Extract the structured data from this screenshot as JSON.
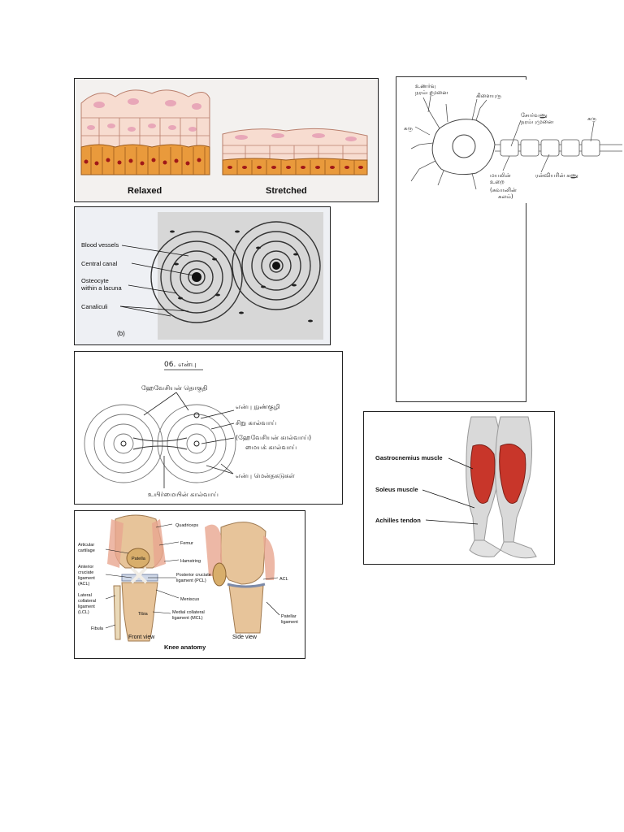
{
  "epithelium": {
    "relaxed_label": "Relaxed",
    "stretched_label": "Stretched"
  },
  "bone_photo": {
    "labels": [
      "Blood vessels",
      "Central canal",
      "Osteocyte",
      "within a lacuna",
      "Canaliculi"
    ],
    "panel_tag": "(b)"
  },
  "bone_sketch": {
    "title": "06. என்பு",
    "labels": [
      "ஹேவேசியன் தொகுதி",
      "என்பு நுண்குழி",
      "சிறு கால்வாய்",
      "(ஹேவேசியன் கால்வாய்)",
      "மையக் கால்வாய்",
      "என்பு மென்தகடுகள்",
      "உயிர்மையின் கால்வாய்"
    ]
  },
  "knee": {
    "title": "Knee anatomy",
    "front_view": "Front view",
    "side_view": "Side view",
    "labels": [
      "Quadriceps",
      "Femur",
      "Articular",
      "cartilage",
      "Patella",
      "Hamstring",
      "Anterior",
      "cruciate",
      "ligament",
      "(ACL)",
      "Posterior cruciate",
      "ligament (PCL)",
      "ACL",
      "Meniscus",
      "Lateral",
      "collateral",
      "ligament",
      "(LCL)",
      "Tibia",
      "Medial collateral",
      "ligament (MCL)",
      "Fibula",
      "Patellar",
      "ligament"
    ]
  },
  "neuron": {
    "labels": [
      "உணர்வு",
      "நரம்புமுனை",
      "கிளையுரு",
      "கரு",
      "சோர்வணு",
      "நரம்புமுனை",
      "கரு",
      "மயலின்",
      "உறை",
      "(சுவானின்",
      "கலம்)",
      "ரன்வியரின் கணு"
    ]
  },
  "leg_muscle": {
    "labels": [
      "Gastrocnemius muscle",
      "Soleus muscle",
      "Achilles tendon"
    ]
  }
}
